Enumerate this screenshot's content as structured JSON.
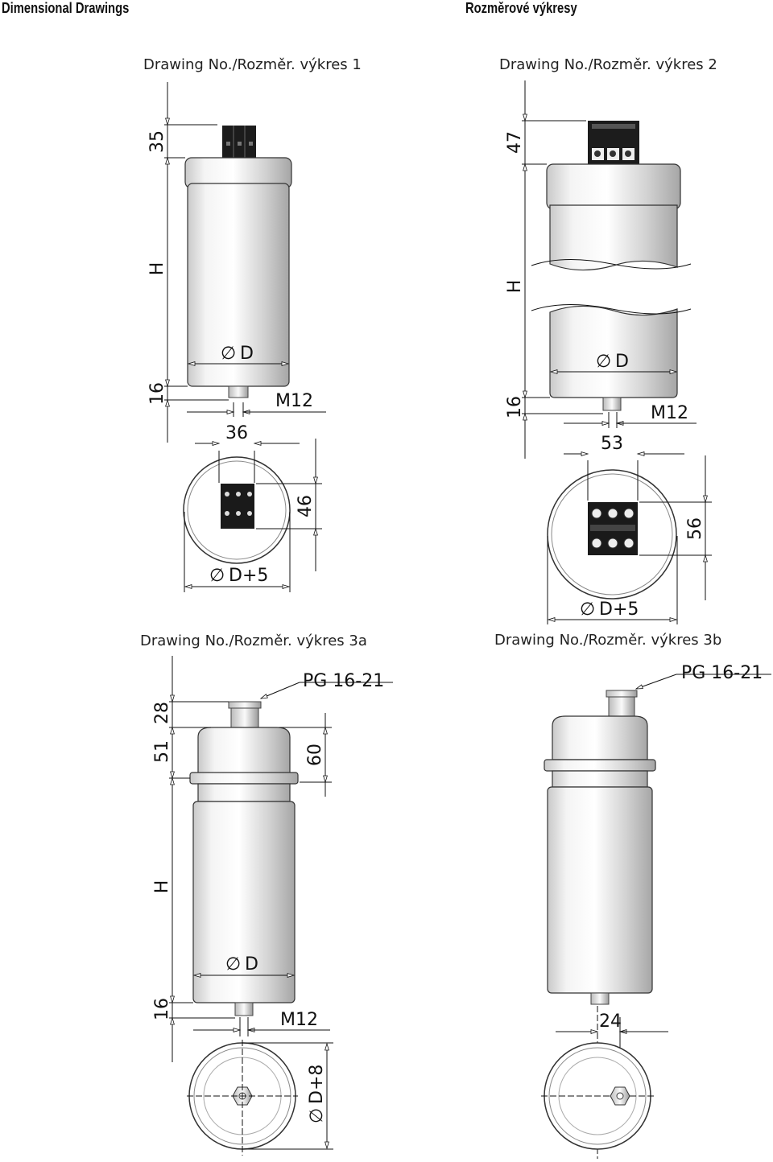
{
  "header": {
    "left": "Dimensional Drawings",
    "right": "Rozměrové výkresy"
  },
  "drawings": [
    {
      "title": "Drawing No./Rozměr. výkres 1",
      "dims": {
        "top": "35",
        "height": "H",
        "bottom": "16",
        "diameter": "D",
        "thread": "M12",
        "width": "36",
        "depth": "46",
        "outer": "D+5"
      }
    },
    {
      "title": "Drawing No./Rozměr. výkres 2",
      "dims": {
        "top": "47",
        "height": "H",
        "bottom": "16",
        "diameter": "D",
        "thread": "M12",
        "width": "53",
        "depth": "56",
        "outer": "D+5"
      }
    },
    {
      "title": "Drawing No./Rozměr. výkres 3a",
      "dims": {
        "gland": "PG 16-21",
        "top": "28",
        "cap": "51",
        "capfull": "60",
        "height": "H",
        "diameter": "D",
        "bottom": "16",
        "thread": "M12",
        "outer": "D+8"
      }
    },
    {
      "title": "Drawing No./Rozměr. výkres 3b",
      "dims": {
        "gland": "PG 16-21",
        "width": "24"
      }
    }
  ],
  "symbols": {
    "diameter": "∅"
  }
}
